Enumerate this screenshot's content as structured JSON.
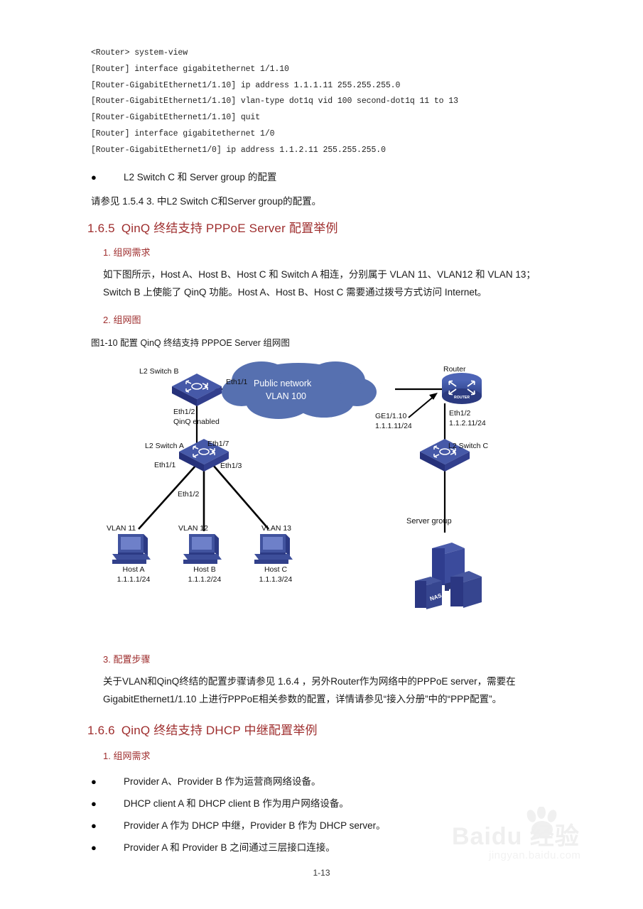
{
  "document": {
    "footer_page": "1-13"
  },
  "code_block": {
    "lines": [
      "<Router> system-view",
      "[Router] interface gigabitethernet 1/1.10",
      "[Router-GigabitEthernet1/1.10] ip address 1.1.1.11 255.255.255.0",
      "[Router-GigabitEthernet1/1.10] vlan-type dot1q vid 100 second-dot1q 11 to 13",
      "[Router-GigabitEthernet1/1.10] quit",
      "[Router] interface gigabitethernet 1/0",
      "[Router-GigabitEthernet1/0] ip address 1.1.2.11 255.255.255.0"
    ]
  },
  "section_prev": {
    "bullet": "L2 Switch C 和 Server group 的配置",
    "paragraph": "请参见 1.5.4  3. 中L2 Switch C和Server group的配置。"
  },
  "section_165": {
    "number": "1.6.5",
    "title": "QinQ 终结支持 PPPoE Server 配置举例",
    "sub1_title": "1. 组网需求",
    "sub1_para_line1": "如下图所示，Host A、Host B、Host C 和 Switch A 相连，分别属于 VLAN 11、VLAN12 和 VLAN 13；",
    "sub1_para_line2": "Switch B 上使能了 QinQ 功能。Host A、Host B、Host C 需要通过拨号方式访问 Internet。",
    "sub2_title": "2. 组网图",
    "fig_caption": "图1-10  配置 QinQ 终结支持 PPPOE Server 组网图",
    "sub3_title": "3. 配置步骤",
    "sub3_para_line1": "关于VLAN和QinQ终结的配置步骤请参见 1.6.4 ，另外Router作为网络中的PPPoE server，需要在",
    "sub3_para_line2": "GigabitEthernet1/1.10 上进行PPPoE相关参数的配置，详情请参见“接入分册”中的“PPP配置”。"
  },
  "section_166": {
    "number": "1.6.6",
    "title": "QinQ 终结支持 DHCP 中继配置举例",
    "sub1_title": "1. 组网需求",
    "bullets": [
      "Provider A、Provider B 作为运营商网络设备。",
      "DHCP client A 和 DHCP client B 作为用户网络设备。",
      "Provider A 作为 DHCP 中继，Provider B 作为 DHCP server。",
      "Provider A 和 Provider B 之间通过三层接口连接。"
    ]
  },
  "diagram": {
    "cloud": {
      "line1": "Public network",
      "line2": "VLAN 100"
    },
    "nodes": {
      "switch_b": "L2 Switch B",
      "switch_a": "L2 Switch A",
      "switch_c": "L2 Switch C",
      "router": "Router",
      "router_body_label": "ROUTER",
      "server_group": "Server group",
      "nas": "NAS"
    },
    "ports": {
      "sb_eth1_1": "Eth1/1",
      "sb_eth1_2": "Eth1/2",
      "sb_qinq": "QinQ enabled",
      "sa_eth1_7": "Eth1/7",
      "sa_eth1_1": "Eth1/1",
      "sa_eth1_2": "Eth1/2",
      "sa_eth1_3": "Eth1/3",
      "router_ge_line1": "GE1/1.10",
      "router_ge_line2": "1.1.1.11/24",
      "router_eth_line1": "Eth1/2",
      "router_eth_line2": "1.1.2.11/24"
    },
    "vlans": [
      {
        "label": "VLAN 11",
        "host": "Host A",
        "ip": "1.1.1.1/24"
      },
      {
        "label": "VLAN 12",
        "host": "Host B",
        "ip": "1.1.1.2/24"
      },
      {
        "label": "VLAN 13",
        "host": "Host C",
        "ip": "1.1.1.3/24"
      }
    ]
  },
  "watermark": {
    "main": "Baidu 经验",
    "sub": "jingyan.baidu.com"
  },
  "colors": {
    "heading": "#9e2d2d",
    "cloud": "#5670b0",
    "device_dark": "#2f3d85",
    "device_mid": "#3c51a0",
    "vlan_box": "#b9c6e8",
    "text": "#1a1a1a"
  }
}
